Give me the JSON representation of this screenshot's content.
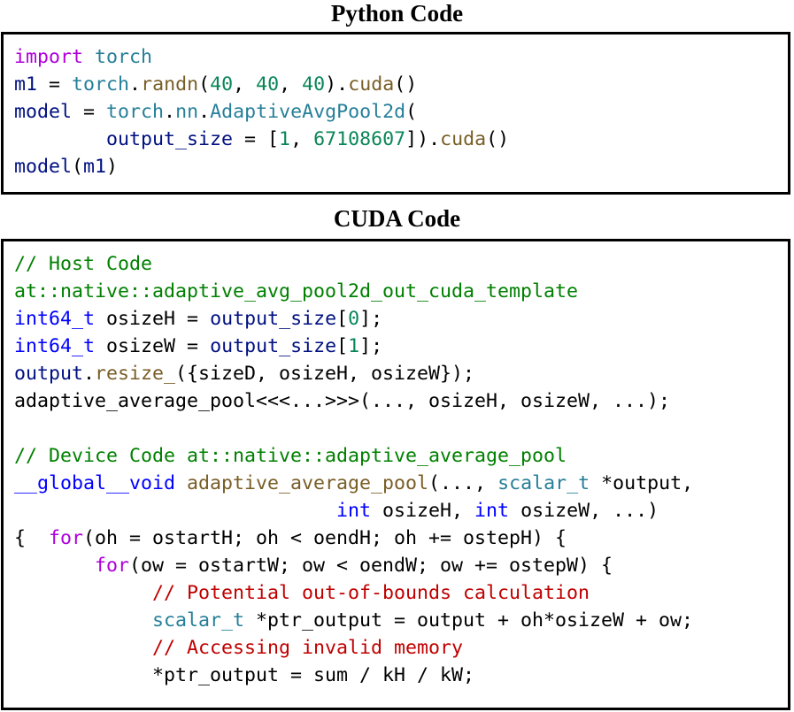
{
  "titles": {
    "python": "Python Code",
    "cuda": "CUDA Code"
  },
  "python_code": [
    [
      [
        "kw",
        "import"
      ],
      [
        "pl",
        " "
      ],
      [
        "mod",
        "torch"
      ]
    ],
    [
      [
        "var",
        "m1"
      ],
      [
        "pl",
        " = "
      ],
      [
        "mod",
        "torch"
      ],
      [
        "pl",
        "."
      ],
      [
        "fn",
        "randn"
      ],
      [
        "pl",
        "("
      ],
      [
        "num",
        "40"
      ],
      [
        "pl",
        ", "
      ],
      [
        "num",
        "40"
      ],
      [
        "pl",
        ", "
      ],
      [
        "num",
        "40"
      ],
      [
        "pl",
        ")."
      ],
      [
        "fn",
        "cuda"
      ],
      [
        "pl",
        "()"
      ]
    ],
    [
      [
        "var",
        "model"
      ],
      [
        "pl",
        " = "
      ],
      [
        "mod",
        "torch"
      ],
      [
        "pl",
        "."
      ],
      [
        "mod",
        "nn"
      ],
      [
        "pl",
        "."
      ],
      [
        "mod",
        "AdaptiveAvgPool2d"
      ],
      [
        "pl",
        "("
      ]
    ],
    [
      [
        "pl",
        "        "
      ],
      [
        "var",
        "output_size"
      ],
      [
        "pl",
        " = ["
      ],
      [
        "num",
        "1"
      ],
      [
        "pl",
        ", "
      ],
      [
        "num",
        "67108607"
      ],
      [
        "pl",
        "])."
      ],
      [
        "fn",
        "cuda"
      ],
      [
        "pl",
        "()"
      ]
    ],
    [
      [
        "var",
        "model"
      ],
      [
        "pl",
        "("
      ],
      [
        "var",
        "m1"
      ],
      [
        "pl",
        ")"
      ]
    ]
  ],
  "cuda_code": [
    [
      [
        "cm",
        "// Host Code"
      ]
    ],
    [
      [
        "cm",
        "at::native::adaptive_avg_pool2d_out_cuda_template"
      ]
    ],
    [
      [
        "ty",
        "int64_t"
      ],
      [
        "pl",
        " "
      ],
      [
        "pl",
        "osizeH"
      ],
      [
        "pl",
        " = "
      ],
      [
        "var",
        "output_size"
      ],
      [
        "pl",
        "["
      ],
      [
        "num",
        "0"
      ],
      [
        "pl",
        "];"
      ]
    ],
    [
      [
        "ty",
        "int64_t"
      ],
      [
        "pl",
        " "
      ],
      [
        "pl",
        "osizeW"
      ],
      [
        "pl",
        " = "
      ],
      [
        "var",
        "output_size"
      ],
      [
        "pl",
        "["
      ],
      [
        "num",
        "1"
      ],
      [
        "pl",
        "];"
      ]
    ],
    [
      [
        "var",
        "output"
      ],
      [
        "pl",
        "."
      ],
      [
        "fn",
        "resize_"
      ],
      [
        "pl",
        "({sizeD, osizeH, osizeW});"
      ]
    ],
    [
      [
        "pl",
        "adaptive_average_pool<<<...>>>(..., osizeH, osizeW, ...);"
      ]
    ],
    [
      [
        "pl",
        ""
      ]
    ],
    [
      [
        "cm",
        "// Device Code at::native::adaptive_average_pool"
      ]
    ],
    [
      [
        "ty",
        "__global__void"
      ],
      [
        "pl",
        " "
      ],
      [
        "fn",
        "adaptive_average_pool"
      ],
      [
        "pl",
        "(..., "
      ],
      [
        "mod",
        "scalar_t"
      ],
      [
        "pl",
        " *output,"
      ]
    ],
    [
      [
        "pl",
        "                            "
      ],
      [
        "ty",
        "int"
      ],
      [
        "pl",
        " osizeH, "
      ],
      [
        "ty",
        "int"
      ],
      [
        "pl",
        " osizeW, ...)"
      ]
    ],
    [
      [
        "pl",
        "{  "
      ],
      [
        "kw",
        "for"
      ],
      [
        "pl",
        "(oh = ostartH; oh < oendH; oh += ostepH) {"
      ]
    ],
    [
      [
        "pl",
        "       "
      ],
      [
        "kw",
        "for"
      ],
      [
        "pl",
        "(ow = ostartW; ow < oendW; ow += ostepW) {"
      ]
    ],
    [
      [
        "pl",
        "            "
      ],
      [
        "cr",
        "// Potential out-of-bounds calculation"
      ]
    ],
    [
      [
        "pl",
        "            "
      ],
      [
        "mod",
        "scalar_t"
      ],
      [
        "pl",
        " *ptr_output = output + oh*osizeW + ow;"
      ]
    ],
    [
      [
        "pl",
        "            "
      ],
      [
        "cr",
        "// Accessing invalid memory"
      ]
    ],
    [
      [
        "pl",
        "            *ptr_output = sum / kH / kW;"
      ]
    ]
  ]
}
